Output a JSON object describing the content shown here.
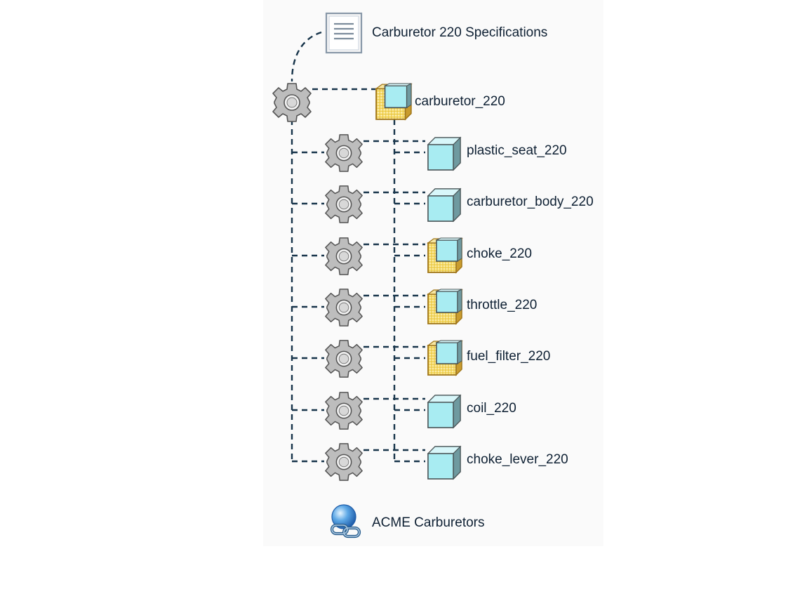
{
  "document": {
    "label": "Carburetor 220 Specifications",
    "icon": "document-icon"
  },
  "root": {
    "label": "carburetor_220",
    "icon": "assembly-icon",
    "process_icon": "gear-icon"
  },
  "children": [
    {
      "label": "plastic_seat_220",
      "icon": "part-icon",
      "process_icon": "gear-icon"
    },
    {
      "label": "carburetor_body_220",
      "icon": "part-icon",
      "process_icon": "gear-icon"
    },
    {
      "label": "choke_220",
      "icon": "assembly-icon",
      "process_icon": "gear-icon"
    },
    {
      "label": "throttle_220",
      "icon": "assembly-icon",
      "process_icon": "gear-icon"
    },
    {
      "label": "fuel_filter_220",
      "icon": "assembly-icon",
      "process_icon": "gear-icon"
    },
    {
      "label": "coil_220",
      "icon": "part-icon",
      "process_icon": "gear-icon"
    },
    {
      "label": "choke_lever_220",
      "icon": "part-icon",
      "process_icon": "gear-icon"
    }
  ],
  "supplier": {
    "label": "ACME Carburetors",
    "icon": "globe-link-icon"
  },
  "colors": {
    "connector": "#17344a",
    "label_text": "#0e2033",
    "part_face": "#a8ecf2",
    "assembly_face": "#f4d966"
  }
}
